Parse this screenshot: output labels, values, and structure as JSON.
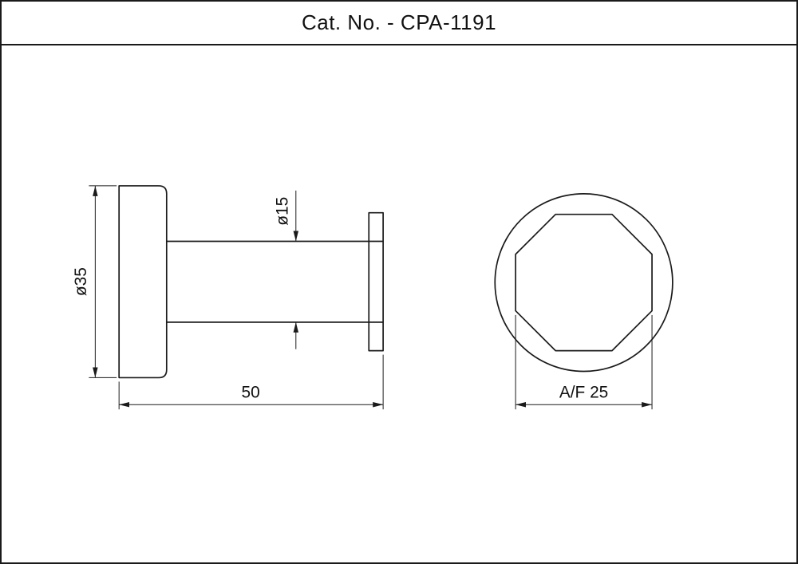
{
  "title": "Cat. No. - CPA-1191",
  "colors": {
    "line": "#1a1a1a",
    "background": "#ffffff",
    "text": "#111111"
  },
  "side_view": {
    "head_diameter_label": "ø35",
    "stem_diameter_label": "ø15",
    "length_label": "50"
  },
  "front_view": {
    "across_flats_label": "A/F 25"
  }
}
